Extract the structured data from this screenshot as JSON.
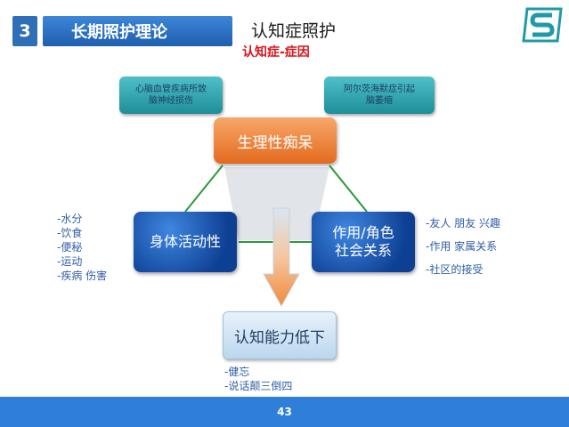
{
  "header": {
    "section_number": "3",
    "section_title": "长期照护理论",
    "title": "认知症照护",
    "subtitle": "认知症-症因"
  },
  "diagram": {
    "cause_left": [
      "心脑血管疾病所致",
      "脑神经损伤"
    ],
    "cause_right": [
      "阿尔茨海默症引起",
      "脑萎缩"
    ],
    "center_top": "生理性痴呆",
    "left_box": "身体活动性",
    "right_box": [
      "作用/角色",
      "社会关系"
    ],
    "bottom_box": "认知能力低下",
    "left_list": [
      "-水分",
      "-饮食",
      "-便秘",
      "-运动",
      "-疾病  伤害"
    ],
    "right_list": [
      "-友人  朋友  兴趣",
      "-作用  家属关系",
      "-社区的接受"
    ],
    "bottom_list": [
      "-健忘",
      "-说话颠三倒四"
    ]
  },
  "footer": {
    "page_number": "43"
  },
  "colors": {
    "header_blue": "#2f6fb7",
    "accent_red": "#d9141b",
    "teal": "#2aa3ad",
    "orange": "#e46a1f",
    "dark_blue": "#0d3f93",
    "footer_blue": "#2f7ed8"
  }
}
